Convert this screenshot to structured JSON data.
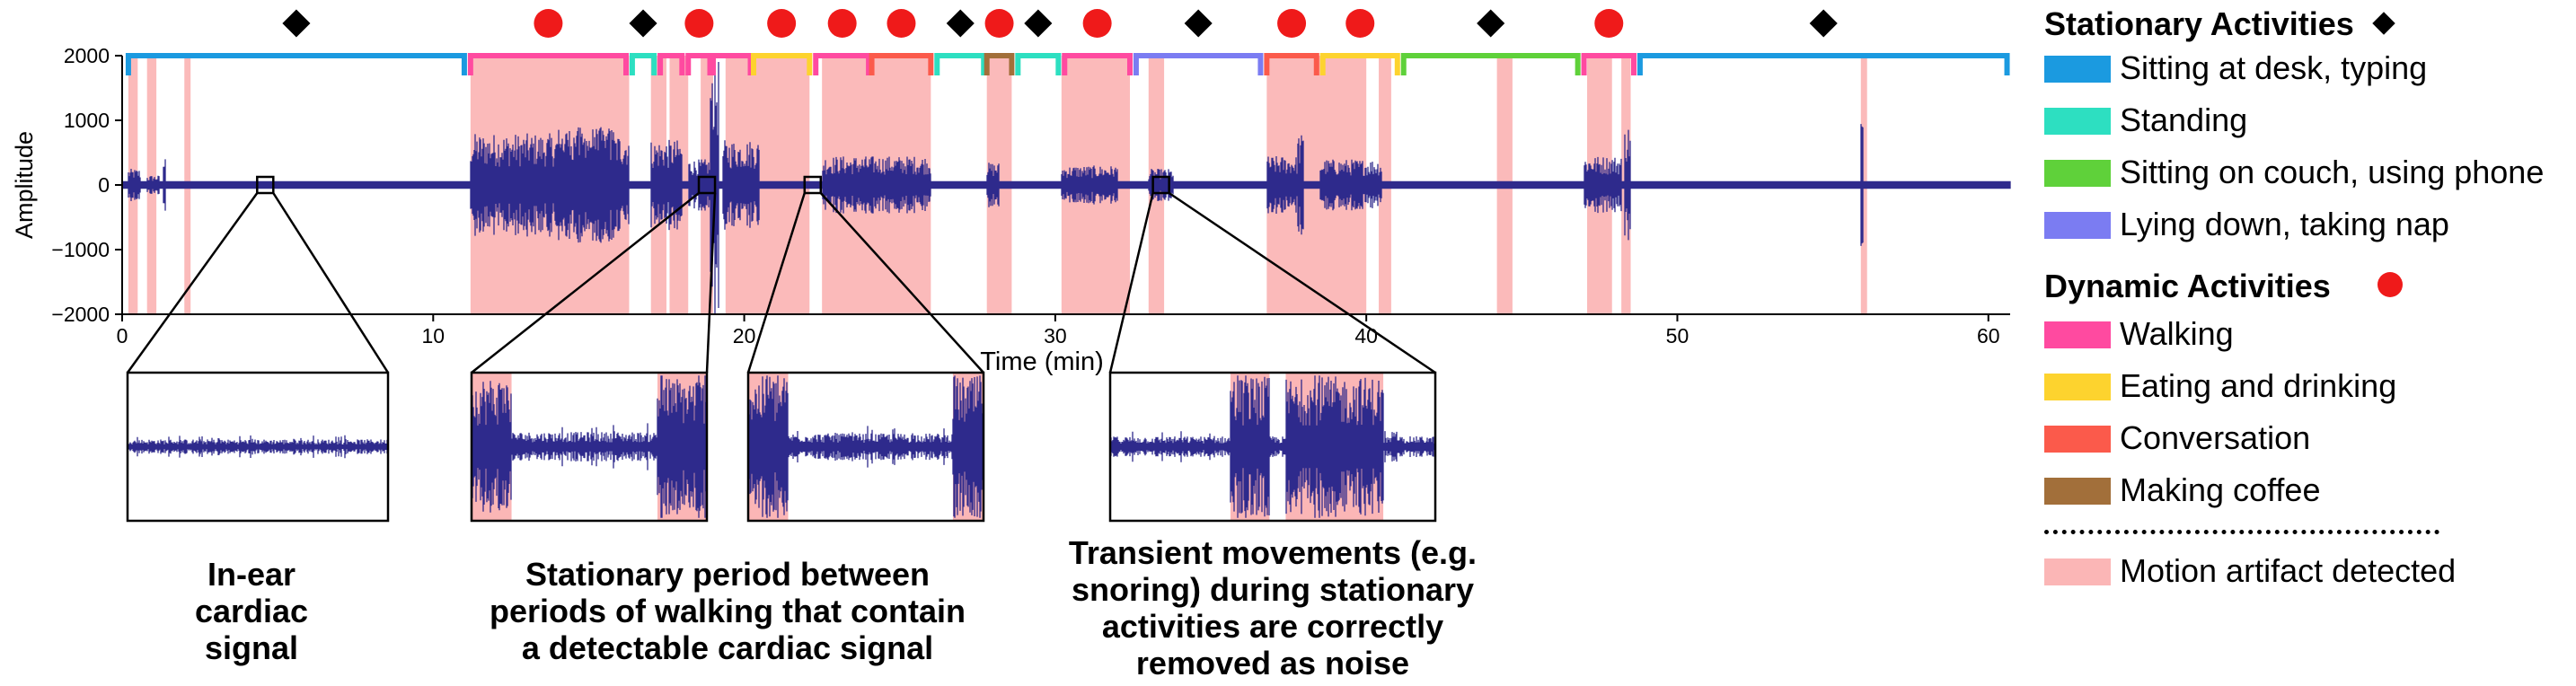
{
  "chart_data": {
    "type": "line",
    "xlabel": "Time  (min)",
    "ylabel": "Amplitude",
    "xlim": [
      0,
      60.7
    ],
    "ylim": [
      -2000,
      2000
    ],
    "x_ticks": [
      0,
      10,
      20,
      30,
      40,
      50,
      60
    ],
    "y_ticks": [
      -2000,
      -1000,
      0,
      1000,
      2000
    ],
    "y_tick_labels": [
      "−2000",
      "−1000",
      "0",
      "1000",
      "2000"
    ],
    "signal_color": "#2e2a8c",
    "signal_bursts": [
      {
        "start": 0.2,
        "end": 0.6,
        "amplitude": 250
      },
      {
        "start": 0.8,
        "end": 1.2,
        "amplitude": 150
      },
      {
        "start": 1.3,
        "end": 1.4,
        "amplitude": 450
      },
      {
        "start": 11.2,
        "end": 16.3,
        "amplitude": 800
      },
      {
        "start": 14.0,
        "end": 15.8,
        "amplitude": 900
      },
      {
        "start": 17.0,
        "end": 18.0,
        "amplitude": 700
      },
      {
        "start": 18.2,
        "end": 19.0,
        "amplitude": 400
      },
      {
        "start": 18.9,
        "end": 19.2,
        "amplitude": 2000
      },
      {
        "start": 19.3,
        "end": 20.5,
        "amplitude": 700
      },
      {
        "start": 22.5,
        "end": 26.0,
        "amplitude": 450
      },
      {
        "start": 27.8,
        "end": 28.2,
        "amplitude": 350
      },
      {
        "start": 30.2,
        "end": 32.0,
        "amplitude": 300
      },
      {
        "start": 33.0,
        "end": 33.8,
        "amplitude": 250
      },
      {
        "start": 36.8,
        "end": 37.8,
        "amplitude": 450
      },
      {
        "start": 37.8,
        "end": 38.0,
        "amplitude": 800
      },
      {
        "start": 38.5,
        "end": 40.5,
        "amplitude": 400
      },
      {
        "start": 47.0,
        "end": 48.2,
        "amplitude": 450
      },
      {
        "start": 48.3,
        "end": 48.5,
        "amplitude": 950
      },
      {
        "start": 55.9,
        "end": 55.98,
        "amplitude": 1150
      }
    ],
    "motion_artifacts": [
      [
        0.2,
        0.5
      ],
      [
        0.8,
        1.1
      ],
      [
        2.0,
        2.2
      ],
      [
        11.2,
        16.3
      ],
      [
        17.0,
        17.5
      ],
      [
        17.6,
        18.2
      ],
      [
        18.6,
        19.0
      ],
      [
        19.4,
        22.1
      ],
      [
        22.5,
        26.0
      ],
      [
        27.8,
        28.6
      ],
      [
        30.2,
        32.4
      ],
      [
        33.0,
        33.5
      ],
      [
        36.8,
        40.0
      ],
      [
        40.4,
        40.8
      ],
      [
        44.2,
        44.7
      ],
      [
        47.1,
        47.9
      ],
      [
        48.2,
        48.5
      ],
      [
        55.9,
        56.1
      ]
    ],
    "activity_segments": [
      {
        "start": 0.2,
        "end": 11.0,
        "activity": "Sitting at desk, typing",
        "marker": "diamond"
      },
      {
        "start": 11.2,
        "end": 16.2,
        "activity": "Walking",
        "marker": "circle"
      },
      {
        "start": 16.4,
        "end": 17.1,
        "activity": "Standing",
        "marker": "diamond"
      },
      {
        "start": 17.3,
        "end": 18.0,
        "activity": "Walking",
        "marker": "none"
      },
      {
        "start": 18.2,
        "end": 18.9,
        "activity": "Walking",
        "marker": "circle"
      },
      {
        "start": 19.0,
        "end": 20.2,
        "activity": "Walking",
        "marker": "none"
      },
      {
        "start": 20.3,
        "end": 22.1,
        "activity": "Eating and drinking",
        "marker": "circle"
      },
      {
        "start": 22.3,
        "end": 24.0,
        "activity": "Walking",
        "marker": "circle"
      },
      {
        "start": 24.1,
        "end": 26.0,
        "activity": "Conversation",
        "marker": "circle"
      },
      {
        "start": 26.2,
        "end": 27.7,
        "activity": "Standing",
        "marker": "diamond"
      },
      {
        "start": 27.8,
        "end": 28.6,
        "activity": "Making coffee",
        "marker": "circle"
      },
      {
        "start": 28.8,
        "end": 30.1,
        "activity": "Standing",
        "marker": "diamond"
      },
      {
        "start": 30.3,
        "end": 32.4,
        "activity": "Walking",
        "marker": "circle"
      },
      {
        "start": 32.6,
        "end": 36.6,
        "activity": "Lying down, taking nap",
        "marker": "diamond"
      },
      {
        "start": 36.8,
        "end": 38.4,
        "activity": "Conversation",
        "marker": "circle"
      },
      {
        "start": 38.6,
        "end": 41.0,
        "activity": "Eating and drinking",
        "marker": "circle"
      },
      {
        "start": 41.2,
        "end": 46.8,
        "activity": "Sitting on couch, using phone",
        "marker": "diamond"
      },
      {
        "start": 47.0,
        "end": 48.6,
        "activity": "Walking",
        "marker": "circle"
      },
      {
        "start": 48.8,
        "end": 60.6,
        "activity": "Sitting at desk, typing",
        "marker": "diamond"
      }
    ],
    "zoom_windows": [
      {
        "center": 4.6,
        "caption_lines": [
          "In-ear",
          "cardiac",
          "signal"
        ],
        "artifacts": [],
        "density": 0.25,
        "amplitude": 0.25
      },
      {
        "center": 18.8,
        "caption_lines": [
          "Stationary period between",
          "periods of walking that contain",
          "a detectable cardiac signal"
        ],
        "artifacts": [
          [
            0,
            0.17
          ],
          [
            0.79,
            1.0
          ]
        ],
        "density": 0.55,
        "amplitude": 0.5
      },
      {
        "center": 22.2,
        "caption_lines": [],
        "artifacts": [
          [
            0,
            0.17
          ],
          [
            0.87,
            1.0
          ]
        ],
        "density": 0.55,
        "amplitude": 0.45
      },
      {
        "center": 33.4,
        "caption_lines": [
          "Transient movements (e.g.",
          "snoring) during stationary",
          "activities are correctly",
          "removed as noise"
        ],
        "artifacts": [
          [
            0.37,
            0.49
          ],
          [
            0.54,
            0.84
          ]
        ],
        "density": 0.5,
        "amplitude": 0.35
      }
    ]
  },
  "legend": {
    "stationary_header": "Stationary Activities",
    "dynamic_header": "Dynamic Activities",
    "stationary": [
      {
        "label": "Sitting at desk, typing",
        "color": "#1b9ae0"
      },
      {
        "label": "Standing",
        "color": "#2ddfc1"
      },
      {
        "label": "Sitting on couch, using phone",
        "color": "#5fd13a"
      },
      {
        "label": "Lying down, taking nap",
        "color": "#7b7cf2"
      }
    ],
    "dynamic": [
      {
        "label": "Walking",
        "color": "#ff4aa0"
      },
      {
        "label": "Eating and drinking",
        "color": "#fdd32e"
      },
      {
        "label": "Conversation",
        "color": "#fb5a4b"
      },
      {
        "label": "Making coffee",
        "color": "#a26f3a"
      }
    ],
    "artifact": {
      "label": "Motion artifact detected",
      "color": "#fbb6b6"
    }
  },
  "colors": {
    "diamond_marker": "#000000",
    "circle_marker": "#ef1a1a"
  }
}
